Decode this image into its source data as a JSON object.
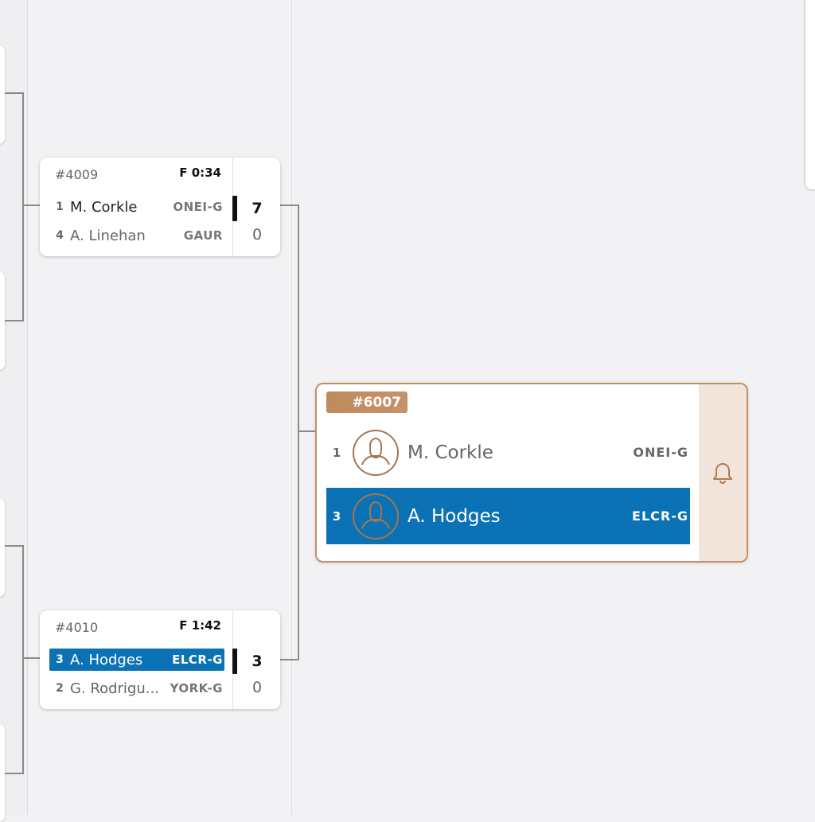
{
  "matches": [
    {
      "id": "#4009",
      "result": "F 0:34",
      "players": [
        {
          "seed": "1",
          "name": "M. Corkle",
          "team": "ONEI-G",
          "score": "7",
          "winner": true,
          "highlighted": false
        },
        {
          "seed": "4",
          "name": "A. Linehan",
          "team": "GAUR",
          "score": "0",
          "winner": false,
          "highlighted": false
        }
      ]
    },
    {
      "id": "#4010",
      "result": "F 1:42",
      "players": [
        {
          "seed": "3",
          "name": "A. Hodges",
          "team": "ELCR-G",
          "score": "3",
          "winner": true,
          "highlighted": true
        },
        {
          "seed": "2",
          "name": "G. Rodrigu...",
          "team": "YORK-G",
          "score": "0",
          "winner": false,
          "highlighted": false
        }
      ]
    }
  ],
  "next_match": {
    "id": "#6007",
    "players": [
      {
        "seed": "1",
        "name": "M. Corkle",
        "team": "ONEI-G",
        "highlighted": false,
        "avatar_icon": "user-avatar-icon"
      },
      {
        "seed": "3",
        "name": "A. Hodges",
        "team": "ELCR-G",
        "highlighted": true,
        "avatar_icon": "user-avatar-icon"
      }
    ],
    "alert_icon": "bell-icon"
  },
  "colors": {
    "highlight": "#0b72b5",
    "accent_bronze": "#c49066",
    "side_panel": "#f1e4db",
    "background": "#f2f2f4"
  }
}
